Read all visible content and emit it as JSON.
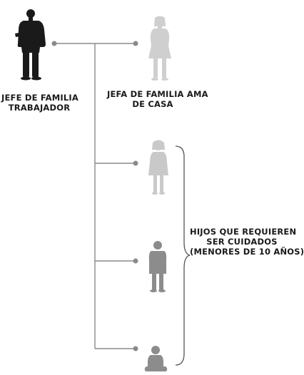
{
  "nodes": {
    "father": {
      "label_line1": "JEFE DE FAMILIA",
      "label_line2": "TRABAJADOR",
      "color": "#1a1a1a"
    },
    "mother": {
      "label_line1": "JEFA DE FAMILIA AMA",
      "label_line2": "DE CASA",
      "color": "#cfcfcf"
    },
    "children": {
      "label_line1": "HIJOS QUE REQUIEREN",
      "label_line2": "SER CUIDADOS",
      "label_line3": "(MENORES DE 10 AÑOS)",
      "colors": [
        "#c9c9c9",
        "#8c8c8c",
        "#8c8c8c"
      ]
    }
  },
  "connector_color": "#8a8a8a"
}
